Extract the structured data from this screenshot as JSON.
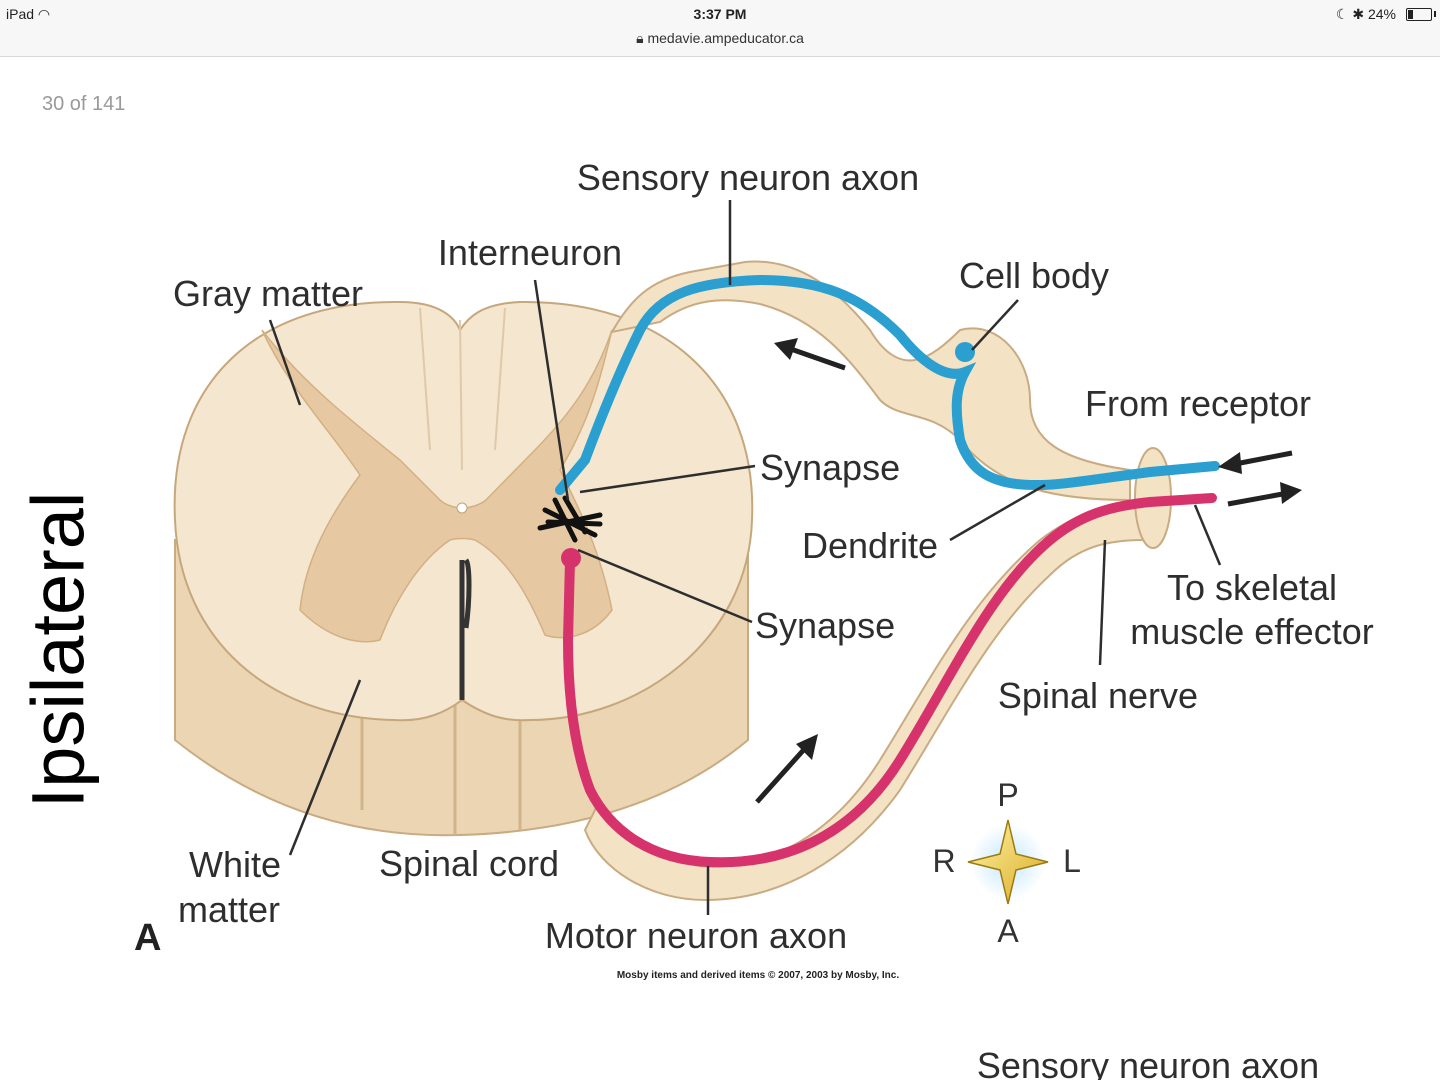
{
  "status_bar": {
    "device": "iPad",
    "time": "3:37 PM",
    "url": "medavie.ampeducator.ca",
    "battery": "24%",
    "battery_level": 0.24
  },
  "page_counter": "30 of 141",
  "side_label": "Ipsilateral",
  "diagram": {
    "figure_letter": "A",
    "labels": {
      "sensory_neuron_axon": "Sensory neuron axon",
      "interneuron": "Interneuron",
      "gray_matter": "Gray matter",
      "cell_body": "Cell body",
      "from_receptor": "From receptor",
      "synapse_1": "Synapse",
      "dendrite": "Dendrite",
      "to_skeletal_line1": "To skeletal",
      "to_skeletal_line2": "muscle effector",
      "synapse_2": "Synapse",
      "spinal_nerve": "Spinal nerve",
      "white_matter_line1": "White",
      "white_matter_line2": "matter",
      "spinal_cord": "Spinal cord",
      "motor_neuron_axon": "Motor neuron axon"
    },
    "orientation": {
      "top": "P",
      "left": "R",
      "right": "L",
      "bottom": "A"
    },
    "credit": "Mosby items and derived items © 2007, 2003 by Mosby, Inc.",
    "bottom_cut_text": "Sensory neuron axon",
    "colors": {
      "sensory": "#2b9fd0",
      "motor": "#d6336c",
      "white_matter": "#f4e6cf",
      "gray_matter": "#e6c9a2",
      "nerve": "#f3e2c4"
    }
  }
}
